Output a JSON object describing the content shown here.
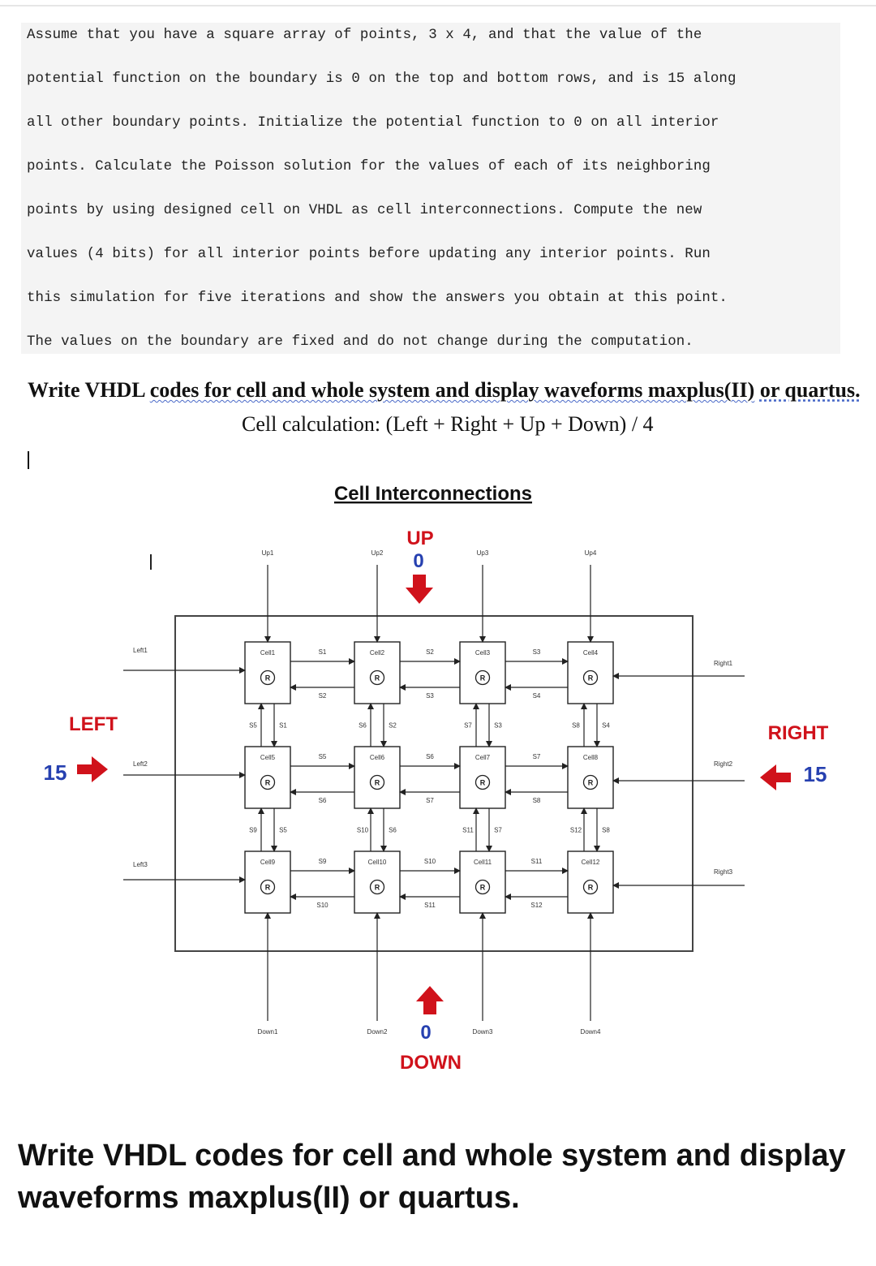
{
  "problem_lines": [
    "Assume that you have a square array of points, 3 x 4, and that the value of the",
    "potential function on the boundary is 0 on the top and bottom rows, and is 15 along",
    "all other boundary points. Initialize the potential function to 0 on all interior",
    "points. Calculate the Poisson solution for the values of each of its neighboring",
    "points by using designed cell on VHDL as cell interconnections. Compute the new",
    "values (4 bits) for all interior points before updating any interior points. Run",
    "this simulation for five iterations and show the answers you obtain at this point.",
    "The values on the boundary are fixed and do not change during the computation."
  ],
  "instruction": {
    "prefix": "Write VHDL ",
    "u1": "codes for cell and whole system and display waveforms maxplus(II)",
    "mid": " ",
    "u2": "or quartus."
  },
  "cell_calc": "Cell calculation: (Left + Right + Up + Down) / 4",
  "diagram": {
    "title": "Cell Interconnections",
    "up_label": "UP",
    "up_value": "0",
    "down_label": "DOWN",
    "down_value": "0",
    "left_label": "LEFT",
    "left_value": "15",
    "right_label": "RIGHT",
    "right_value": "15",
    "cell_names": [
      "Cell1",
      "Cell2",
      "Cell3",
      "Cell4",
      "Cell5",
      "Cell6",
      "Cell7",
      "Cell8",
      "Cell9",
      "Cell10",
      "Cell11",
      "Cell12"
    ],
    "cell_symbol": "R",
    "up_inputs": [
      "Up1",
      "Up2",
      "Up3",
      "Up4"
    ],
    "down_inputs": [
      "Down1",
      "Down2",
      "Down3",
      "Down4"
    ],
    "left_inputs": [
      "Left1",
      "Left2",
      "Left3"
    ],
    "right_inputs": [
      "Right1",
      "Right2",
      "Right3"
    ],
    "h_top_labels": [
      "S1",
      "S2",
      "S3",
      "S5",
      "S6",
      "S7",
      "S9",
      "S10",
      "S11"
    ],
    "h_bottom_labels": [
      "S2",
      "S3",
      "S4",
      "S6",
      "S7",
      "S8",
      "S10",
      "S11",
      "S12"
    ],
    "v_left_labels": [
      "S5",
      "S6",
      "S7",
      "S8",
      "S9",
      "S10",
      "S11",
      "S12"
    ],
    "v_right_labels": [
      "S1",
      "S2",
      "S3",
      "S4",
      "S5",
      "S6",
      "S7",
      "S8"
    ],
    "colors": {
      "red": "#d0121b",
      "blue": "#2640b0",
      "line": "#222222"
    }
  },
  "bottom_question": "Write VHDL codes for cell and whole system and display waveforms maxplus(II) or quartus."
}
